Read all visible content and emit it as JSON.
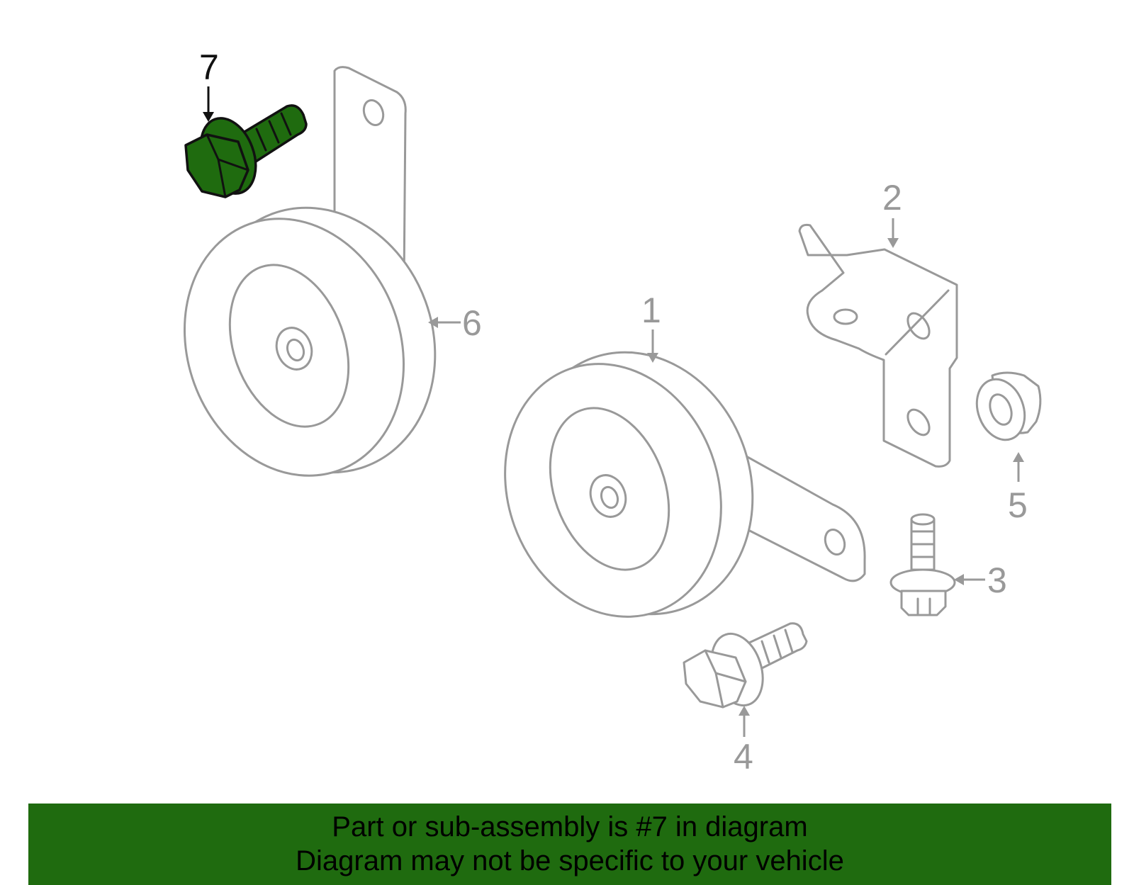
{
  "callouts": {
    "part_1": "1",
    "part_2": "2",
    "part_3": "3",
    "part_4": "4",
    "part_5": "5",
    "part_6": "6",
    "part_7": "7"
  },
  "highlighted_part": "7",
  "colors": {
    "highlight_fill": "#1f6b0f",
    "outline": "#999999",
    "banner": "#1f6b0f"
  },
  "banner": {
    "line1": "Part or sub-assembly is #7 in diagram",
    "line2": "Diagram may not be specific to your vehicle"
  }
}
